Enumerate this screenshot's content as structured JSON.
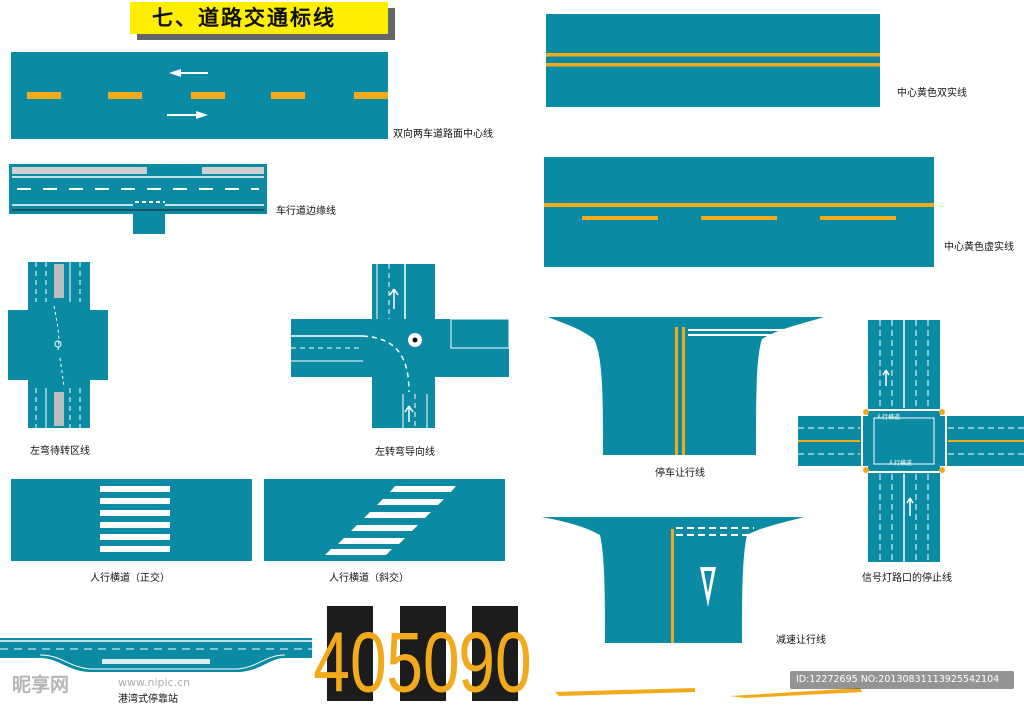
{
  "title": "七、道路交通标线",
  "colors": {
    "road": "#0b8aa3",
    "yellow": "#f2a91c",
    "white": "#ffffff"
  },
  "captions": {
    "center_line": "双向两车道路面中心线",
    "edge_line": "车行道边缘线",
    "left_turn_wait": "左弯待转区线",
    "left_turn_guide": "左转弯导向线",
    "crosswalk_right": "人行横道（正交）",
    "crosswalk_oblique": "人行横道（斜交）",
    "bus_bay": "港湾式停靠站",
    "double_yellow": "中心黄色双实线",
    "dash_solid_yellow": "中心黄色虚实线",
    "stop_yield": "停车让行线",
    "slow_yield": "减速让行线",
    "signal_stop": "信号灯路口的停止线"
  },
  "speed_limits": [
    "40",
    "50",
    "90"
  ],
  "crosswalk_label": "人行横道",
  "watermark": {
    "brand": "昵享网",
    "url": "www.nipic.cn",
    "id_text": "ID:12272695 NO:20130831113925542104"
  }
}
